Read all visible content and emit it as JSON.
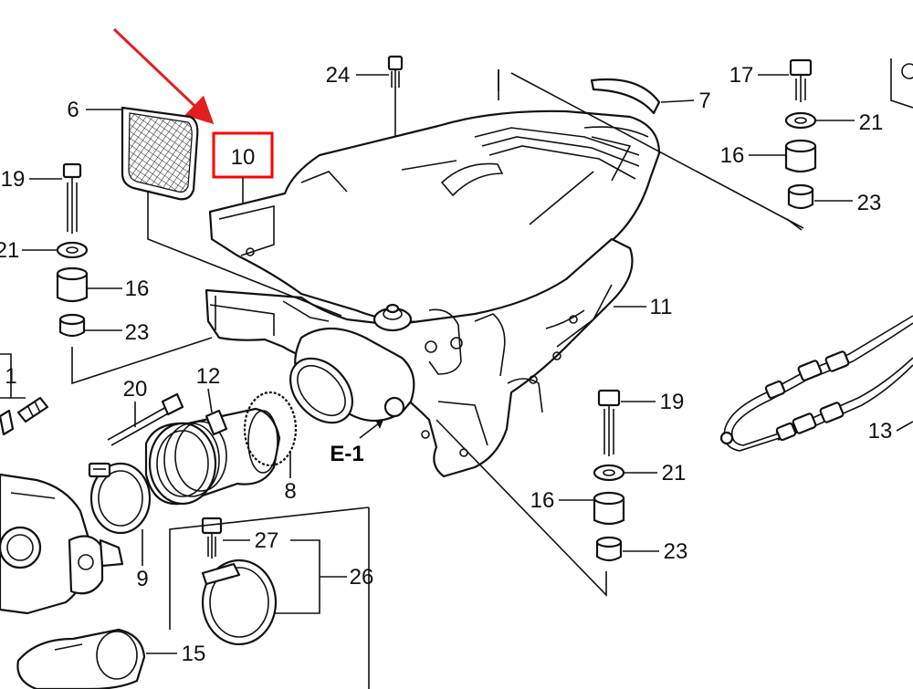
{
  "callouts": {
    "c1": "1",
    "c6": "6",
    "c7": "7",
    "c8": "8",
    "c9": "9",
    "c10": "10",
    "c11": "11",
    "c12": "12",
    "c13": "13",
    "c15": "15",
    "c16a": "16",
    "c16b": "16",
    "c16c": "16",
    "c17": "17",
    "c19a": "19",
    "c19b": "19",
    "c20": "20",
    "c21a": "21",
    "c21b": "21",
    "c21c": "21",
    "c23a": "23",
    "c23b": "23",
    "c23c": "23",
    "c24": "24",
    "c26": "26",
    "c27": "27",
    "e1": "E-1"
  },
  "highlight": {
    "part": "10",
    "color": "#ff0000",
    "arrow_color": "#e21e1e"
  }
}
